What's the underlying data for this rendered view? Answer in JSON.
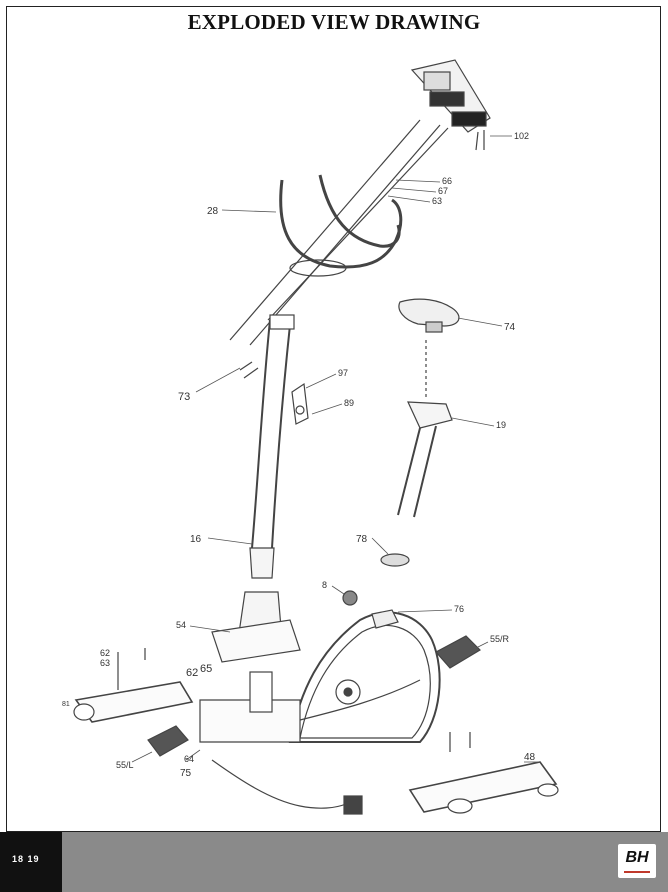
{
  "title": "EXPLODED VIEW DRAWING",
  "labels": {
    "p102": "102",
    "p66": "66",
    "p67": "67",
    "p63a": "63",
    "p28": "28",
    "p74": "74",
    "p73": "73",
    "p97": "97",
    "p89": "89",
    "p19": "19",
    "p16": "16",
    "p78": "78",
    "p8": "8",
    "p76": "76",
    "p54": "54",
    "p55r": "55/R",
    "p62a": "62",
    "p63b": "63",
    "p62b": "62",
    "p65": "65",
    "p81": "81",
    "p64": "64",
    "p55l": "55/L",
    "p75": "75",
    "p48": "48"
  },
  "footer": {
    "pages": "18 19",
    "logo": "BH"
  },
  "colors": {
    "footer_bg": "#8a8a8a",
    "footer_dark": "#111111",
    "logo_accent": "#c0392b"
  }
}
